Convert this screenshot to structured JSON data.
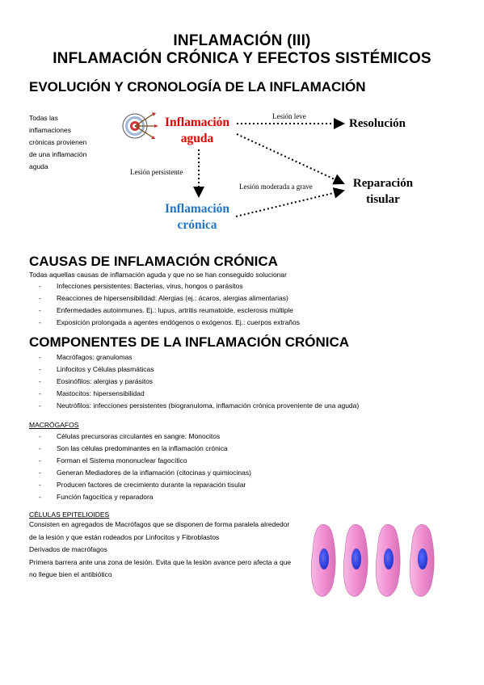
{
  "header": {
    "title_line1": "INFLAMACIÓN (III)",
    "title_line2": "INFLAMACIÓN CRÓNICA Y EFECTOS SISTÉMICOS"
  },
  "evolucion": {
    "heading": "EVOLUCIÓN Y CRONOLOGÍA DE LA INFLAMACIÓN",
    "intro": "Todas las inflamaciones crónicas provienen de una inflamación aguda",
    "diagram": {
      "node_aguda": "Inflamación aguda",
      "node_cronica": "Inflamación crónica",
      "node_resolucion": "Resolución",
      "node_reparacion": "Reparación tisular",
      "label_leve": "Lesión leve",
      "label_persistente": "Lesión persistente",
      "label_moderada": "Lesión moderada a grave",
      "colors": {
        "aguda": "#e10000",
        "cronica": "#1f74c8"
      },
      "icon": "target-arrows-icon"
    }
  },
  "causas": {
    "heading": "CAUSAS DE INFLAMACIÓN CRÓNICA",
    "intro": "Todas aquellas causas de inflamación aguda y que no se han conseguido solucionar",
    "items": [
      "Infecciones persistentes: Bacterias, virus, hongos o parásitos",
      "Reacciones de hipersensibilidad: Alergias (ej.: ácaros, alergias alimentarias)",
      "Enfermedades autoinmunes. Ej.: lupus, artritis reumatoide, esclerosis múltiple",
      "Exposición prolongada a agentes endógenos o exógenos. Ej.: cuerpos extraños"
    ]
  },
  "componentes": {
    "heading": "COMPONENTES DE LA INFLAMACIÓN CRÓNICA",
    "items": [
      "Macrófagos: granulomas",
      "Linfocitos y Células plasmáticas",
      "Eosinófilos: alergias y parásitos",
      "Mastocitos: hipersensibilidad",
      "Neutrófilos: infecciones persistentes (biogranuloma, inflamación crónica proveniente de una aguda)"
    ]
  },
  "macrofagos": {
    "heading": "MACRÓGAFOS",
    "items": [
      "Células precursoras circulantes en sangre: Monocitos",
      "Son las células predominantes en la inflamación crónica",
      "Forman el Sistema mononuclear fagocítico",
      "Generan Mediadores de la inflamación (citocinas y quimiocinas)",
      "Producen factores de crecimiento durante la reparación tisular",
      "Función fagocítica y reparadora"
    ]
  },
  "epitelioides": {
    "heading": "CÉLULAS EPITELIOIDES",
    "para1": "Consisten en agregados de Macrófagos que se disponen de forma paralela alrededor de la lesión y que están rodeados por Linfocitos y Fibroblastos",
    "para2": "Derivados de macrófagos",
    "para3": "Primera barrera ante una zona de lesión. Evita que la lesión avance pero afecta a que no llegue bien el antibiótico",
    "illustration": "epithelioid-cells-illustration",
    "colors": {
      "cell": "#ef8fd0",
      "nucleus": "#2b3fe0"
    }
  }
}
